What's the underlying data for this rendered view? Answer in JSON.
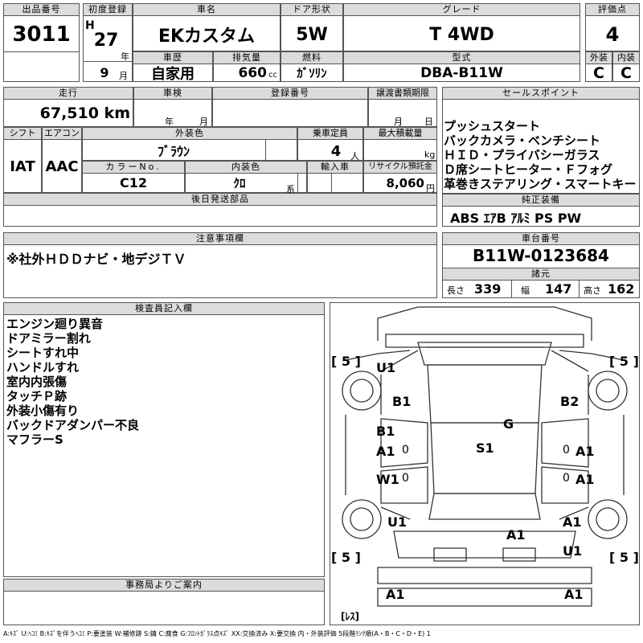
{
  "lot": {
    "label": "出品番号",
    "value": "3011"
  },
  "first_reg": {
    "label": "初度登録",
    "era": "H",
    "year": "27",
    "year_unit": "年",
    "month": "9",
    "month_unit": "月"
  },
  "car_name": {
    "label": "車名",
    "value": "EKカスタム"
  },
  "door": {
    "label": "ドア形状",
    "value": "5W"
  },
  "grade": {
    "label": "グレード",
    "value": "T 4WD"
  },
  "score": {
    "label": "評価点",
    "value": "4"
  },
  "usage": {
    "label": "車歴",
    "value": "自家用"
  },
  "displacement": {
    "label": "排気量",
    "value": "660",
    "unit": "cc"
  },
  "fuel": {
    "label": "燃料",
    "value": "ｶﾞｿﾘﾝ"
  },
  "model": {
    "label": "型式",
    "value": "DBA-B11W"
  },
  "exterior_grade": {
    "label": "外装",
    "value": "C"
  },
  "interior_grade": {
    "label": "内装",
    "value": "C"
  },
  "mileage": {
    "label": "走行",
    "value": "67,510 km"
  },
  "inspection": {
    "label": "車検",
    "year_unit": "年",
    "month_unit": "月"
  },
  "registration_no": {
    "label": "登録番号"
  },
  "transfer_deadline": {
    "label": "譲渡書類期限",
    "month_unit": "月",
    "day_unit": "日"
  },
  "shift": {
    "label": "シフト",
    "value": "IAT"
  },
  "aircon": {
    "label": "エアコン",
    "value": "AAC"
  },
  "exterior_color": {
    "label": "外装色",
    "value": "ﾌﾞﾗｳﾝ"
  },
  "capacity": {
    "label": "乗車定員",
    "value": "4",
    "unit": "人"
  },
  "max_load": {
    "label": "最大積載量",
    "unit": "kg"
  },
  "color_no": {
    "label": "カラーNo.",
    "value": "C12"
  },
  "interior_color": {
    "label": "内装色",
    "value": "ｸﾛ",
    "suffix": "系"
  },
  "import": {
    "label": "輸入車"
  },
  "recycle": {
    "label": "リサイクル預託金",
    "value": "8,060",
    "unit": "円"
  },
  "later_parts": {
    "label": "後日発送部品"
  },
  "sales_points": {
    "label": "セールスポイント",
    "items": [
      "プッシュスタート",
      "バックカメラ・ベンチシート",
      "ＨＩＤ・プライバシーガラス",
      "Ｄ席シートヒーター・Ｆフォグ",
      "革巻きステアリング・スマートキー"
    ]
  },
  "standard_equipment": {
    "label": "純正装備",
    "value": "ABS ｴｱB ｱﾙﾐ PS PW"
  },
  "notes": {
    "label": "注意事項欄",
    "value": "※社外ＨＤＤナビ・地デジＴＶ"
  },
  "chassis": {
    "label": "車台番号",
    "value": "B11W-0123684"
  },
  "dimensions": {
    "label": "諸元",
    "length_label": "長さ",
    "length": "339",
    "width_label": "幅",
    "width": "147",
    "height_label": "高さ",
    "height": "162"
  },
  "inspector": {
    "label": "検査員記入欄",
    "lines": [
      "エンジン廻り異音",
      "ドアミラー割れ",
      "シートすれ中",
      "ハンドルすれ",
      "室内内張傷",
      "タッチＰ跡",
      "外装小傷有り",
      "バックドアダンパー不良",
      "マフラーS"
    ]
  },
  "office": {
    "label": "事務局よりご案内"
  },
  "diagram": {
    "tires": [
      "[ 5 ]",
      "[ 5 ]",
      "[ 5 ]",
      "[ 5 ]"
    ],
    "marks": [
      "U1",
      "B1",
      "B2",
      "B1",
      "A1",
      "G",
      "S1",
      "A1",
      "W1",
      "A1",
      "U1",
      "A1",
      "A1",
      "U1",
      "A1",
      "A1"
    ],
    "zeros": [
      "0",
      "0",
      "0",
      "0"
    ],
    "spare": "[ﾚｽ]"
  },
  "legend": "A:ｷｽﾞ U:ﾍｺﾐ B:ｷｽﾞを伴うﾍｺﾐ P:要塗装 W:補修跡 S:錆 C:腐食 G:ﾌﾛﾝﾄｶﾞﾗｽ点ｷｽﾞ XX:交換済み X:要交換 内・外装評価 5段階ﾗﾝｸ順(A・B・C・D・E) 1"
}
